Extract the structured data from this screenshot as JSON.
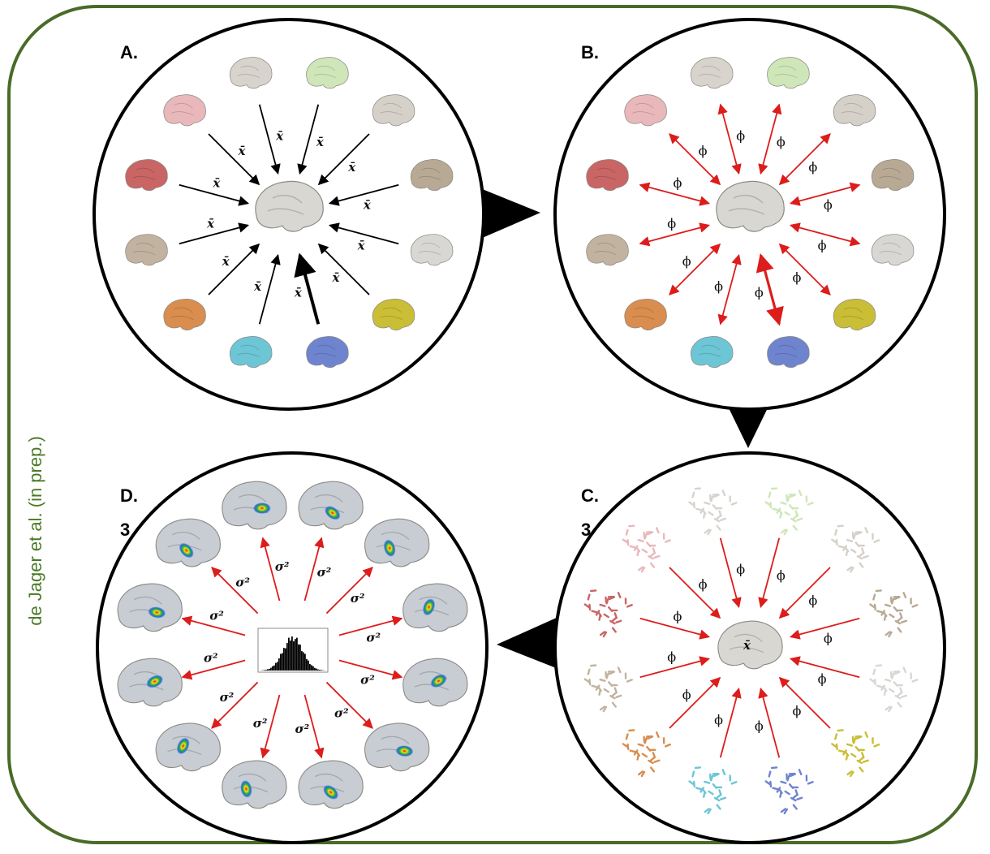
{
  "credit": "de Jager et al. (in prep.)",
  "colors": {
    "frame": "#4a6b28",
    "credit": "#4a7a25",
    "arrow_black": "#000000",
    "arrow_red": "#dd1c1c"
  },
  "panels": {
    "A": {
      "label": "A.",
      "arrow_symbol": "x̄",
      "center_icon": "average-brain-icon"
    },
    "B": {
      "label": "B.",
      "arrow_symbol": "ϕ",
      "center_icon": "average-brain-icon"
    },
    "C": {
      "label": "C.",
      "sublabel": "3",
      "arrow_symbol": "ϕ",
      "center_symbol": "x̄",
      "center_icon": "average-brain-icon"
    },
    "D": {
      "label": "D.",
      "sublabel": "3",
      "arrow_symbol": "σ²",
      "center_icon": "histogram-icon"
    }
  },
  "specimen_colors": [
    "#d8d4cd",
    "#cfe6b8",
    "#d5d0c8",
    "#b8a994",
    "#d9d7d3",
    "#c9be35",
    "#6f84cf",
    "#6cc6d6",
    "#d98d4e",
    "#c2b3a0",
    "#c96565",
    "#e9b8bb"
  ]
}
